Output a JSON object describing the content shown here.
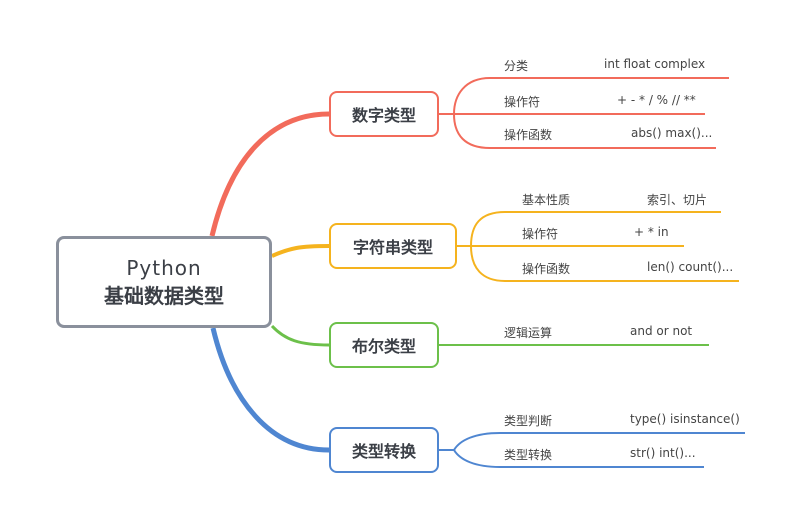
{
  "root": {
    "line1": "Python",
    "line2": "基础数据类型",
    "color": "#8a909c"
  },
  "branches": [
    {
      "label": "数字类型",
      "color": "#f26b5b",
      "items": [
        {
          "key": "分类",
          "value": "int   float   complex"
        },
        {
          "key": "操作符",
          "value": "+ - * / % // **"
        },
        {
          "key": "操作函数",
          "value": "abs() max()..."
        }
      ]
    },
    {
      "label": "字符串类型",
      "color": "#f5b31e",
      "items": [
        {
          "key": "基本性质",
          "value": "索引、切片"
        },
        {
          "key": "操作符",
          "value": "+  *  in"
        },
        {
          "key": "操作函数",
          "value": "len() count()..."
        }
      ]
    },
    {
      "label": "布尔类型",
      "color": "#6cc04a",
      "items": [
        {
          "key": "逻辑运算",
          "value": "and   or   not"
        }
      ]
    },
    {
      "label": "类型转换",
      "color": "#4f86d1",
      "items": [
        {
          "key": "类型判断",
          "value": "type() isinstance()"
        },
        {
          "key": "类型转换",
          "value": "str()  int()..."
        }
      ]
    }
  ]
}
